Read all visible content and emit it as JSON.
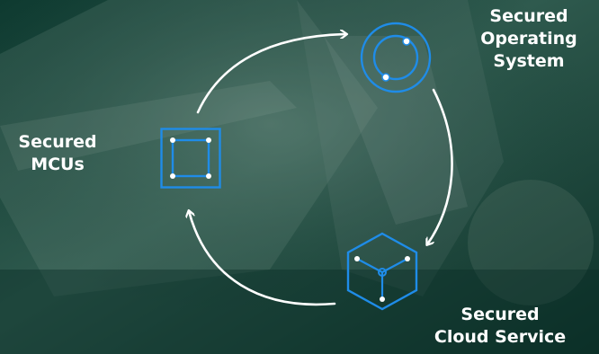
{
  "diagram": {
    "nodes": [
      {
        "id": "os",
        "line1": "Secured",
        "line2": "Operating",
        "line3": "System",
        "icon": "orbit-circle-icon"
      },
      {
        "id": "cloud",
        "line1": "Secured",
        "line2": "Cloud Service",
        "icon": "hexagon-hub-icon"
      },
      {
        "id": "mcu",
        "line1": "Secured",
        "line2": "MCUs",
        "icon": "chip-square-icon"
      }
    ],
    "flow": [
      "mcu",
      "os",
      "cloud",
      "mcu"
    ],
    "colors": {
      "background": "#0f3b31",
      "icon_blue": "#1f8ce8",
      "icon_dot": "#ffffff",
      "arrow": "#ffffff",
      "text": "#ffffff"
    }
  }
}
